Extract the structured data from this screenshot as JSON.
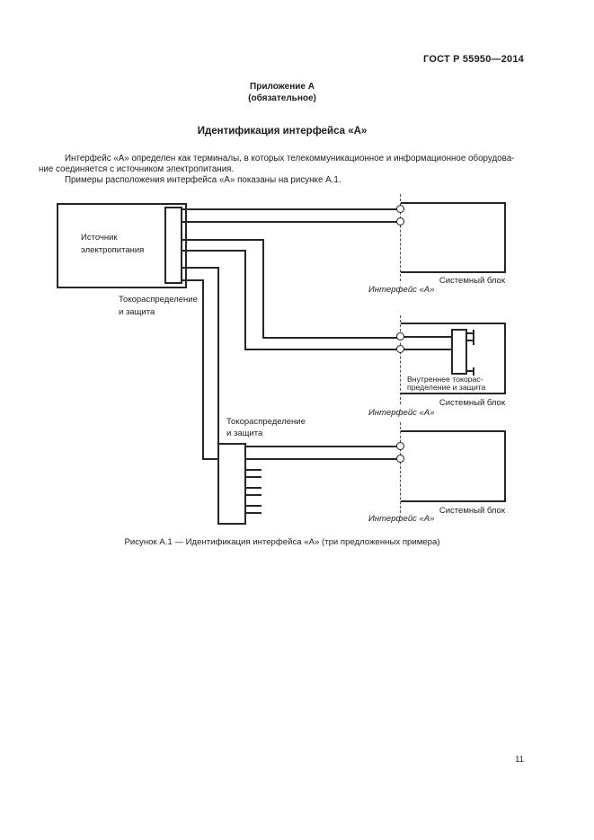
{
  "document": {
    "code": "ГОСТ Р 55950—2014",
    "page_number": "11"
  },
  "appendix": {
    "label": "Приложение А",
    "type": "(обязательное)",
    "title": "Идентификация интерфейса «А»"
  },
  "body": {
    "lines": [
      "Интерфейс «А» определен как терминалы, в которых телекоммуникационное и информационное оборудова-",
      "ние соединяется с источником электропитания.",
      "Примеры расположения интерфейса «А» показаны на рисунке А.1."
    ]
  },
  "figure": {
    "caption": "Рисунок А.1 — Идентификация интерфейса «А» (три предложенных примера)",
    "labels": {
      "power_source": "Источник\nэлектропитания",
      "distribution": "Токораспределение\nи защита",
      "internal_distribution": "Внутреннее токорас-\nпределение и защита",
      "system_block": "Системный блок",
      "interface_a": "Интерфейс «А»"
    },
    "colors": {
      "ink": "#1c1c1c",
      "line": "#262626",
      "dashed_line": "#4a4a4a",
      "background": "#ffffff"
    }
  }
}
